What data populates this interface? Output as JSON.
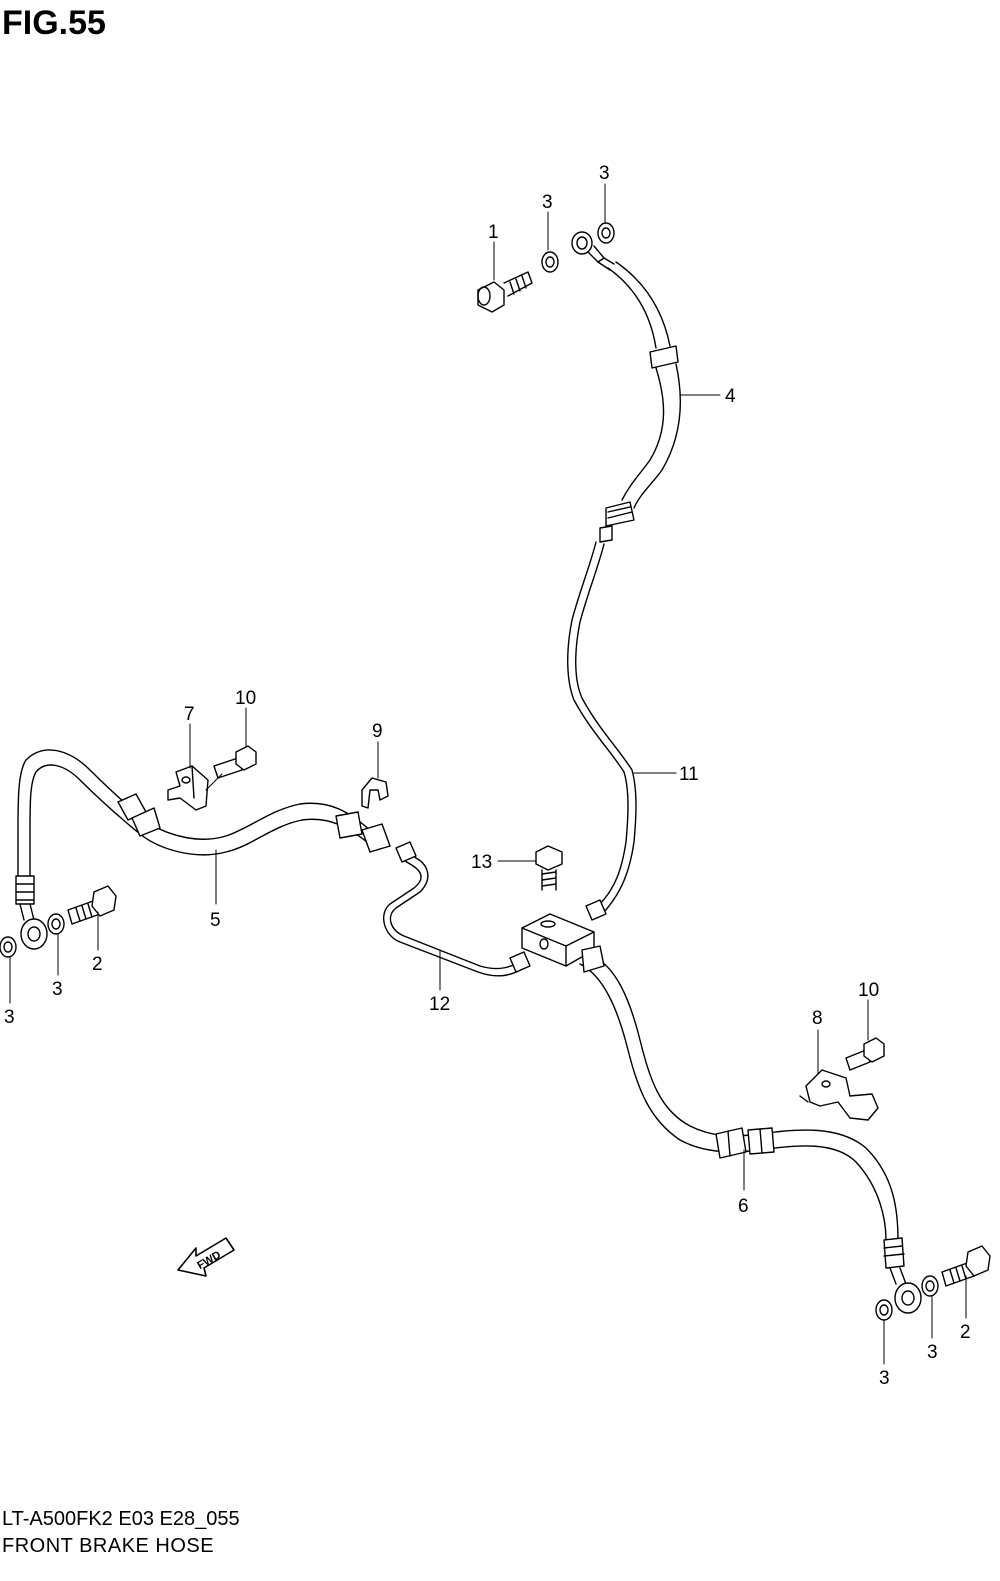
{
  "figure": {
    "title": "FIG.55"
  },
  "footer": {
    "model_code": "LT-A500FK2 E03 E28_055",
    "section_name": "FRONT BRAKE  HOSE"
  },
  "fwd_arrow": {
    "label": "FWD"
  },
  "callouts": [
    {
      "id": "c1",
      "label": "1"
    },
    {
      "id": "c3a",
      "label": "3"
    },
    {
      "id": "c3b",
      "label": "3"
    },
    {
      "id": "c4",
      "label": "4"
    },
    {
      "id": "c10a",
      "label": "10"
    },
    {
      "id": "c7",
      "label": "7"
    },
    {
      "id": "c9",
      "label": "9"
    },
    {
      "id": "c11",
      "label": "11"
    },
    {
      "id": "c13",
      "label": "13"
    },
    {
      "id": "c5",
      "label": "5"
    },
    {
      "id": "c2a",
      "label": "2"
    },
    {
      "id": "c3c",
      "label": "3"
    },
    {
      "id": "c3d",
      "label": "3"
    },
    {
      "id": "c12",
      "label": "12"
    },
    {
      "id": "c10b",
      "label": "10"
    },
    {
      "id": "c8",
      "label": "8"
    },
    {
      "id": "c6",
      "label": "6"
    },
    {
      "id": "c2b",
      "label": "2"
    },
    {
      "id": "c3e",
      "label": "3"
    },
    {
      "id": "c3f",
      "label": "3"
    }
  ]
}
